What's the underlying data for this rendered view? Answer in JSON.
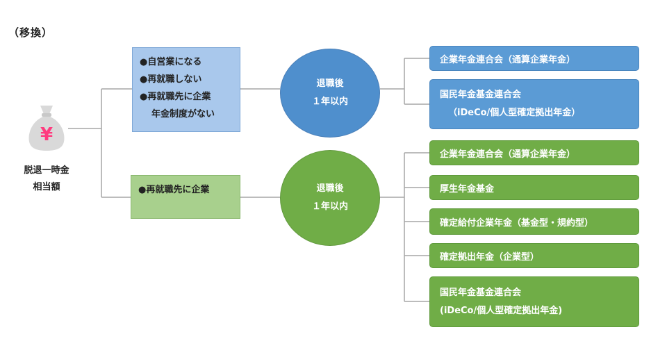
{
  "title": "（移換）",
  "source": {
    "label_line1": "脱退一時金",
    "label_line2": "相当額",
    "icon": "yen-money-bag-icon",
    "symbol": "¥"
  },
  "conditions": {
    "blue": {
      "line1": "●自営業になる",
      "line2": "●再就職しない",
      "line3": "●再就職先に企業",
      "line4": "年金制度がない"
    },
    "green": {
      "line1": "●再就職先に企業"
    }
  },
  "circles": {
    "blue": {
      "line1": "退職後",
      "line2": "１年以内"
    },
    "green": {
      "line1": "退職後",
      "line2": "１年以内"
    }
  },
  "destinations_blue": [
    {
      "line1": "企業年金連合会（通算企業年金）"
    },
    {
      "line1": "国民年金基金連合会",
      "line2": "（iDeCo/個人型確定拠出年金）"
    }
  ],
  "destinations_green": [
    {
      "line1": "企業年金連合会（通算企業年金）"
    },
    {
      "line1": "厚生年金基金"
    },
    {
      "line1": "確定給付企業年金（基金型・規約型）"
    },
    {
      "line1": "確定拠出年金（企業型）"
    },
    {
      "line1": "国民年金基金連合会",
      "line2": "(iDeCo/個人型確定拠出年金)"
    }
  ],
  "colors": {
    "blue_fill": "#5b9bd5",
    "blue_light": "#a9c8ec",
    "green_fill": "#70ad47",
    "green_light": "#a8d08d",
    "connector": "#a6a6a6",
    "bag": "#d9d9d9",
    "yen": "#ff3b7f"
  }
}
